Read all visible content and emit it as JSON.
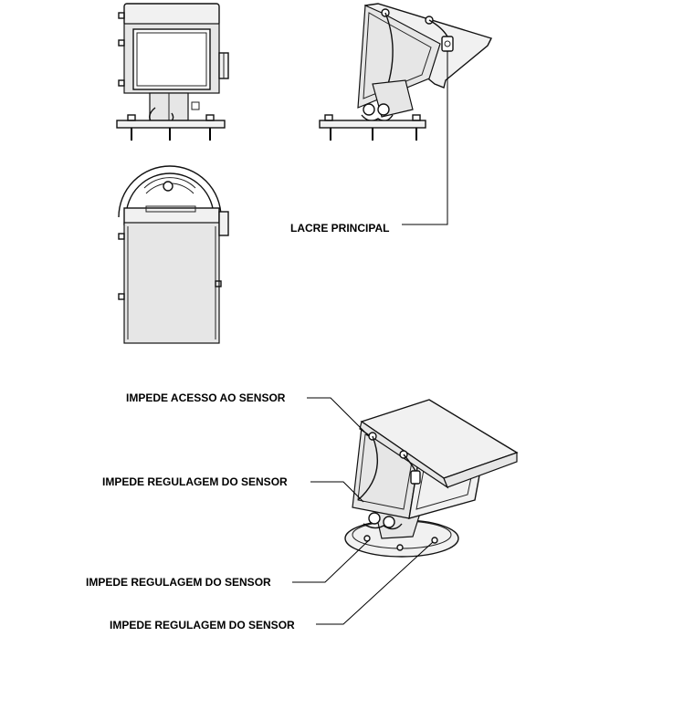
{
  "callouts": {
    "lacre_principal": "LACRE PRINCIPAL",
    "impede_acesso_sensor": "IMPEDE ACESSO AO SENSOR",
    "impede_regulagem_1": "IMPEDE REGULAGEM DO SENSOR",
    "impede_regulagem_2": "IMPEDE REGULAGEM DO SENSOR",
    "impede_regulagem_3": "IMPEDE REGULAGEM DO SENSOR"
  }
}
